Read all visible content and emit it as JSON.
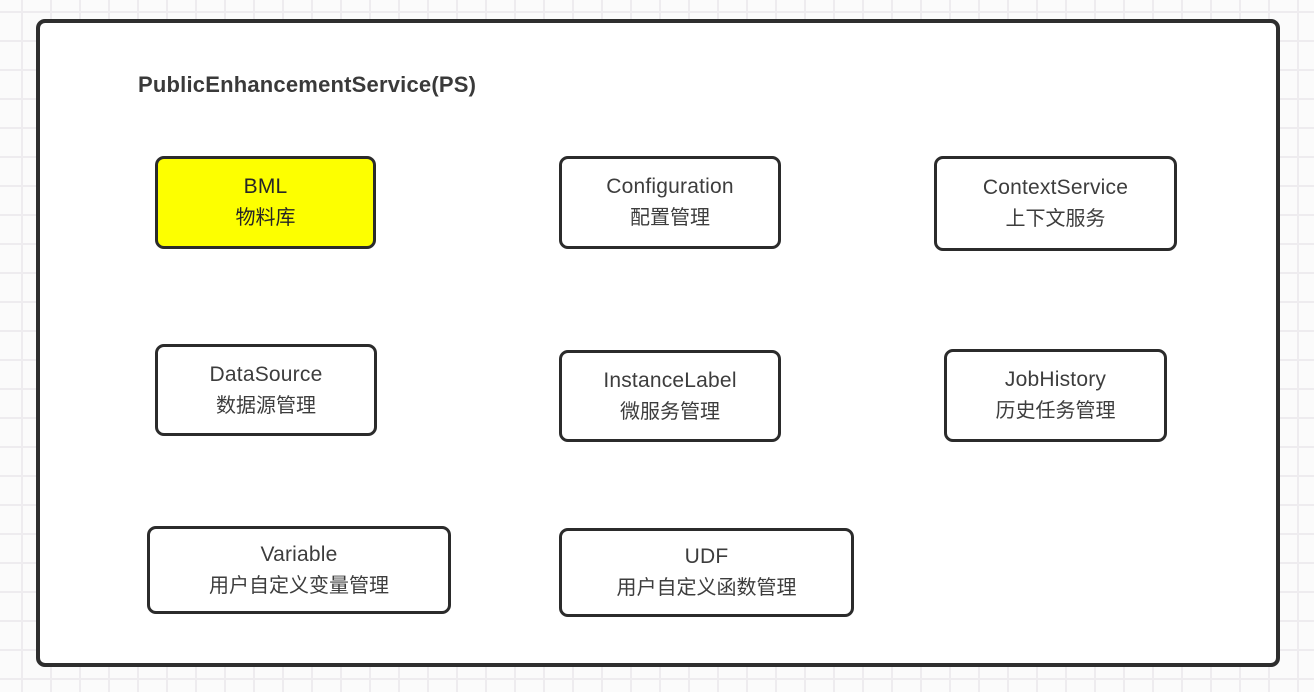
{
  "diagram": {
    "title": "PublicEnhancementService(PS)",
    "boxes": [
      {
        "id": "bml",
        "en": "BML",
        "zh": "物料库",
        "highlighted": true
      },
      {
        "id": "configuration",
        "en": "Configuration",
        "zh": "配置管理",
        "highlighted": false
      },
      {
        "id": "context-service",
        "en": "ContextService",
        "zh": "上下文服务",
        "highlighted": false
      },
      {
        "id": "datasource",
        "en": "DataSource",
        "zh": "数据源管理",
        "highlighted": false
      },
      {
        "id": "instance-label",
        "en": "InstanceLabel",
        "zh": "微服务管理",
        "highlighted": false
      },
      {
        "id": "job-history",
        "en": "JobHistory",
        "zh": "历史任务管理",
        "highlighted": false
      },
      {
        "id": "variable",
        "en": "Variable",
        "zh": "用户自定义变量管理",
        "highlighted": false
      },
      {
        "id": "udf",
        "en": "UDF",
        "zh": "用户自定义函数管理",
        "highlighted": false
      }
    ],
    "colors": {
      "highlight_fill": "#FDFF00",
      "box_border": "#2B2B2B",
      "panel_border": "#2E2E2E",
      "text": "#3D3D3D",
      "grid_line": "#EEECEF",
      "canvas_bg": "#FBFBFB",
      "panel_bg": "#FFFFFF"
    }
  }
}
